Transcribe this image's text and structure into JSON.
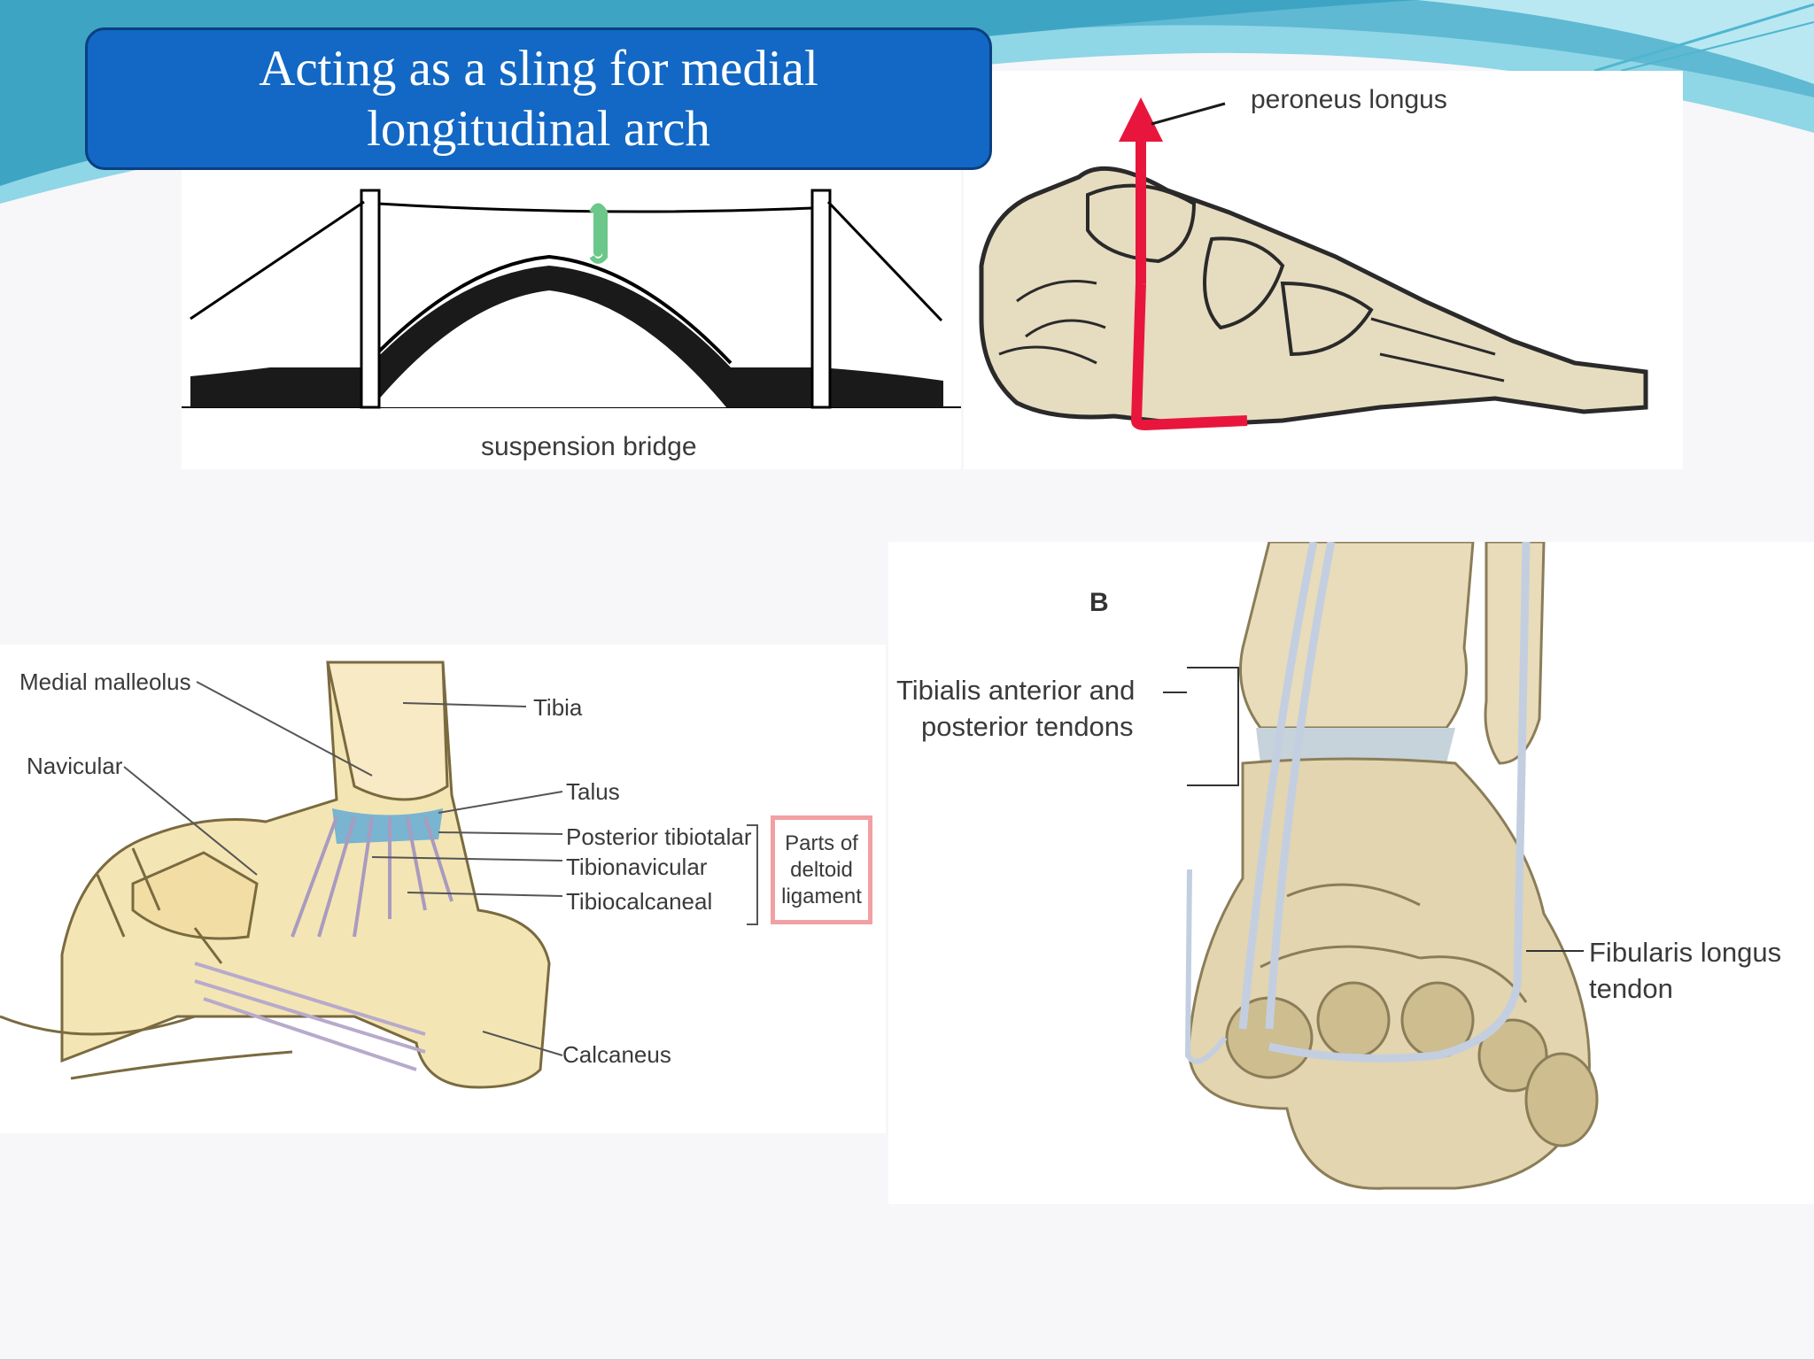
{
  "slide": {
    "title_line1": "Acting as a sling for medial",
    "title_line2": "longitudinal arch"
  },
  "bridge_figure": {
    "caption": "suspension bridge"
  },
  "foot_figure": {
    "label": "peroneus longus"
  },
  "ankle_figure": {
    "labels": {
      "medial_malleolus": "Medial malleolus",
      "navicular": "Navicular",
      "tibia": "Tibia",
      "talus": "Talus",
      "posterior_tibiotalar": "Posterior tibiotalar",
      "tibionavicular": "Tibionavicular",
      "tibiocalcaneal": "Tibiocalcaneal",
      "calcaneus": "Calcaneus"
    },
    "deltoid_box": {
      "line1": "Parts of",
      "line2": "deltoid",
      "line3": "ligament"
    }
  },
  "tendon_figure": {
    "panel_letter": "B",
    "tibialis_line1": "Tibialis anterior and",
    "tibialis_line2": "posterior tendons",
    "fibularis_line1": "Fibularis longus",
    "fibularis_line2": "tendon"
  },
  "colors": {
    "title_bg": "#1268c4",
    "accent_teal": "#7fd0e0",
    "bone": "#e6dcc0",
    "tendon_red": "#e8163c",
    "sling_green": "#6cc78a",
    "deltoid_pink": "#f2a0a3"
  }
}
